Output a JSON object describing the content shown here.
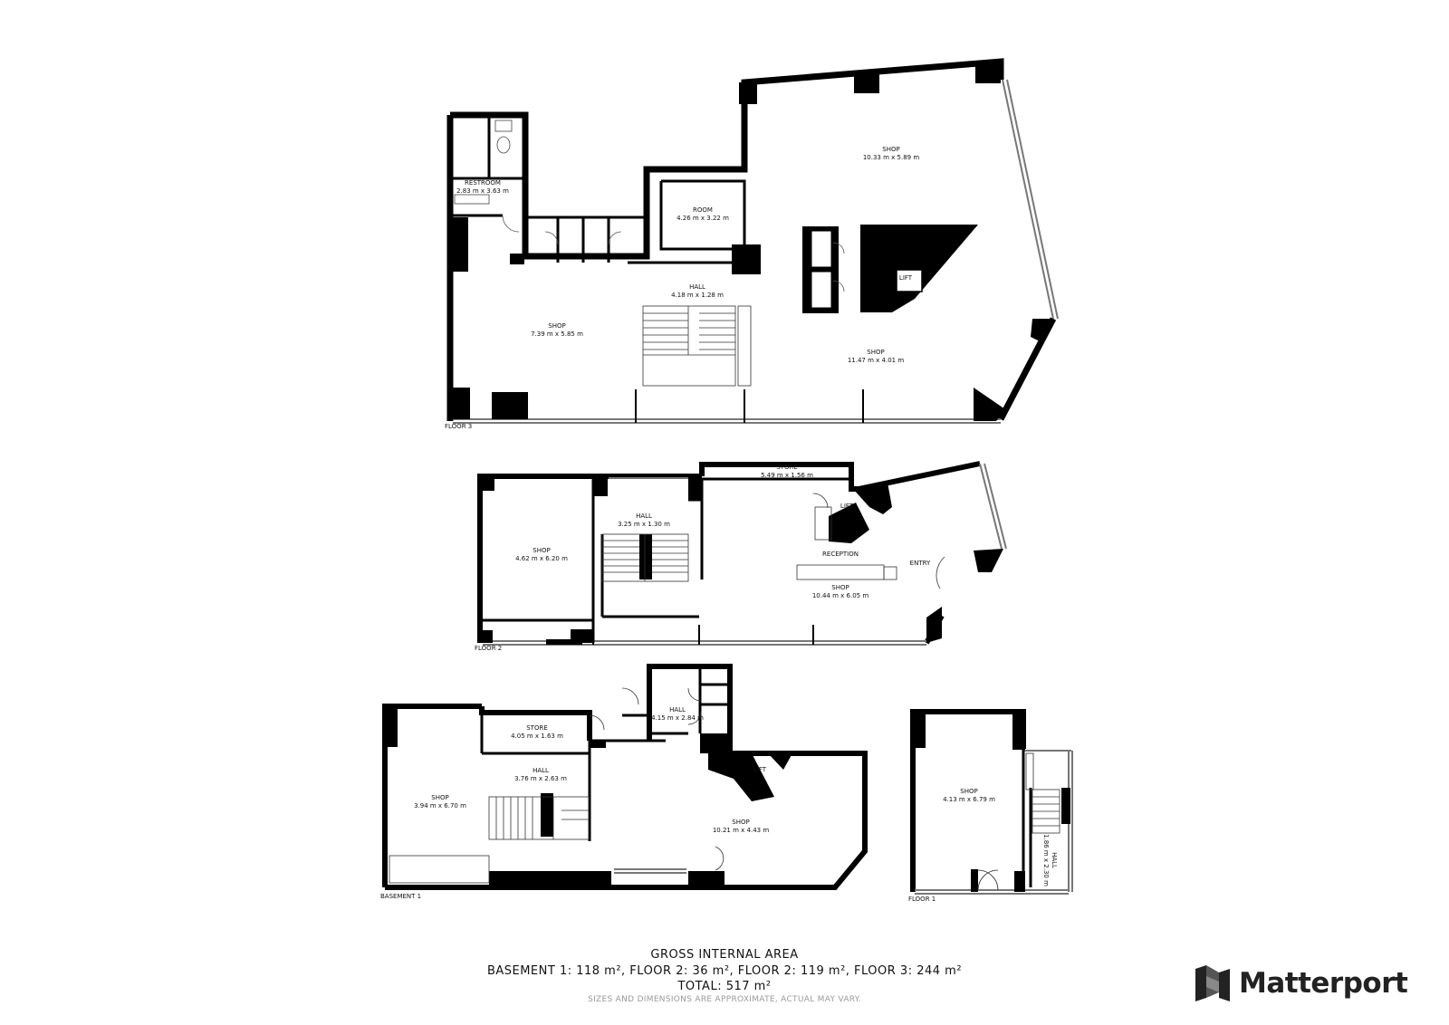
{
  "floors": [
    {
      "label": "FLOOR 3",
      "rooms": [
        {
          "name": "SHOP",
          "dims": "10.33 m x 5.89 m"
        },
        {
          "name": "ROOM",
          "dims": "4.26 m x 3.22 m"
        },
        {
          "name": "RESTROOM",
          "dims": "2.83 m x 3.63 m"
        },
        {
          "name": "HALL",
          "dims": "4.18 m x 1.28 m"
        },
        {
          "name": "SHOP",
          "dims": "7.39 m x 5.85 m"
        },
        {
          "name": "SHOP",
          "dims": "11.47 m x 4.01 m"
        },
        {
          "name": "LIFT",
          "dims": ""
        }
      ]
    },
    {
      "label": "FLOOR 2",
      "rooms": [
        {
          "name": "STORE",
          "dims": "5.49 m x 1.56 m"
        },
        {
          "name": "HALL",
          "dims": "3.25 m x 1.30 m"
        },
        {
          "name": "SHOP",
          "dims": "4.62 m x 6.20 m"
        },
        {
          "name": "RECEPTION",
          "dims": ""
        },
        {
          "name": "SHOP",
          "dims": "10.44 m x 6.05 m"
        },
        {
          "name": "LIFT",
          "dims": ""
        },
        {
          "name": "ENTRY",
          "dims": ""
        }
      ]
    },
    {
      "label": "BASEMENT 1",
      "rooms": [
        {
          "name": "HALL",
          "dims": "4.15 m x 2.84 m"
        },
        {
          "name": "STORE",
          "dims": "4.05 m x 1.63 m"
        },
        {
          "name": "HALL",
          "dims": "3.76 m x 2.63 m"
        },
        {
          "name": "SHOP",
          "dims": "3.94 m x 6.70 m"
        },
        {
          "name": "SHOP",
          "dims": "10.21 m x 4.43 m"
        },
        {
          "name": "LIFT",
          "dims": ""
        }
      ]
    },
    {
      "label": "FLOOR 1",
      "rooms": [
        {
          "name": "SHOP",
          "dims": "4.13 m x 6.79 m"
        },
        {
          "name": "HALL",
          "dims": "1.86 m x 2.30 m"
        }
      ]
    }
  ],
  "footer": {
    "title": "GROSS INTERNAL AREA",
    "areas": "BASEMENT 1: 118 m², FLOOR 2: 36 m², FLOOR 2: 119 m², FLOOR 3: 244 m²",
    "total": "TOTAL: 517 m²",
    "disclaimer": "SIZES AND DIMENSIONS ARE APPROXIMATE, ACTUAL MAY VARY."
  },
  "brand": {
    "name": "Matterport",
    "logo_icon": "matterport-logo-icon"
  },
  "colors": {
    "wall": "#000000",
    "window": "#888888",
    "text": "#111111",
    "disclaimer": "#9a9a9a"
  }
}
